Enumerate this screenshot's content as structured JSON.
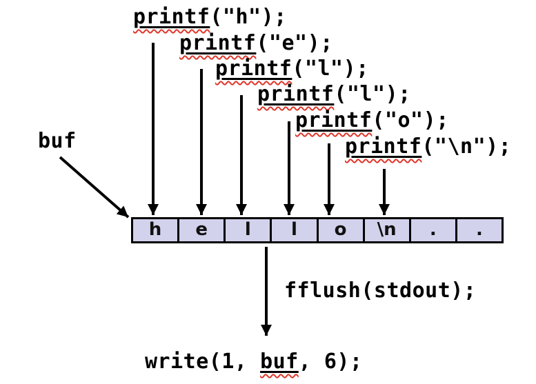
{
  "diagram": {
    "printf_calls": [
      {
        "keyword": "printf",
        "args": "(\"h\")",
        "semicolon": ";"
      },
      {
        "keyword": "printf",
        "args": "(\"e\")",
        "semicolon": ";"
      },
      {
        "keyword": "printf",
        "args": "(\"l\")",
        "semicolon": ";"
      },
      {
        "keyword": "printf",
        "args": "(\"l\")",
        "semicolon": ";"
      },
      {
        "keyword": "printf",
        "args": "(\"o\")",
        "semicolon": ";"
      },
      {
        "keyword": "printf",
        "args": "(\"\\n\")",
        "semicolon": ";"
      }
    ],
    "buf_label": "buf",
    "buffer_cells": [
      "h",
      "e",
      "l",
      "l",
      "o",
      "\\n",
      ".",
      "."
    ],
    "flush_label": "fflush(stdout);",
    "write_call": {
      "prefix": "write(1, ",
      "buf": "buf",
      "suffix": ", 6);"
    },
    "colors": {
      "cell_fill": "#d2d2ec",
      "arrow": "#000000",
      "squiggle": "#e0362a"
    }
  }
}
